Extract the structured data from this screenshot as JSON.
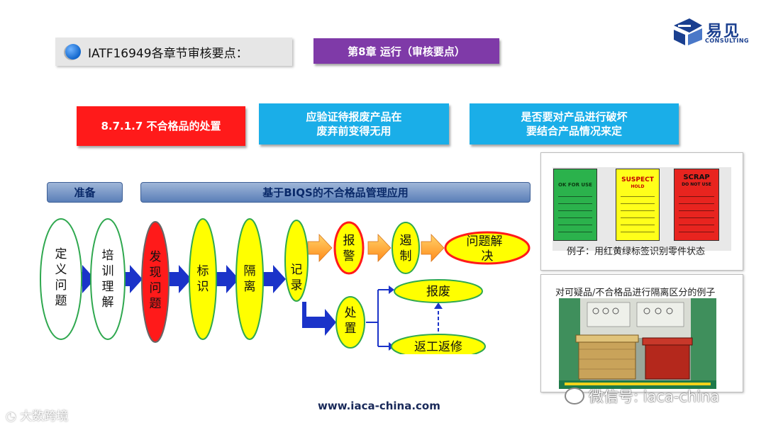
{
  "header": {
    "title": "IATF16949各章节审核要点：",
    "chapter": "第8章  运行（审核要点）"
  },
  "logo": {
    "name_cn": "易见",
    "name_en": "CONSULTING"
  },
  "top_boxes": {
    "clause": "8.7.1.7  不合格品的处置",
    "point1_line1": "应验证待报废产品在",
    "point1_line2": "废弃前变得无用",
    "point2_line1": "是否要对产品进行破坏",
    "point2_line2": "要结合产品情况来定"
  },
  "bars": {
    "prep": "准备",
    "biqs": "基于BIQS的不合格品管理应用"
  },
  "flow": {
    "define": [
      "定",
      "义",
      "问",
      "题"
    ],
    "train": [
      "培",
      "训",
      "理",
      "解"
    ],
    "discover": [
      "发",
      "现",
      "问",
      "题"
    ],
    "identify": [
      "标",
      "识"
    ],
    "isolate": [
      "隔",
      "离"
    ],
    "record": [
      "记",
      "录"
    ],
    "alarm": [
      "报",
      "警"
    ],
    "contain": [
      "遏",
      "制"
    ],
    "resolve": [
      "问题解",
      "决"
    ],
    "dispose": [
      "处",
      "置"
    ],
    "scrap": "报废",
    "rework": "返工返修"
  },
  "photos": {
    "caption1": "例子：用红黄绿标签识别零件状态",
    "caption2": "对可疑品/不合格品进行隔离区分的例子",
    "tag_green": "OK FOR USE",
    "tag_yellow": "SUSPECT",
    "tag_yellow_sub": "HOLD",
    "tag_red": "SCRAP",
    "tag_red_sub": "DO NOT USE"
  },
  "footer": {
    "url": "www.iaca-china.com",
    "wechat": "微信号: iaca-china",
    "watermark": "大数跨境"
  },
  "colors": {
    "red": "#ff1a1a",
    "yellow": "#ffff00",
    "green_border": "#2fa84f",
    "blue_arrow": "#1b33c9",
    "purple": "#7f3aa8",
    "cyan": "#1aaee8"
  }
}
